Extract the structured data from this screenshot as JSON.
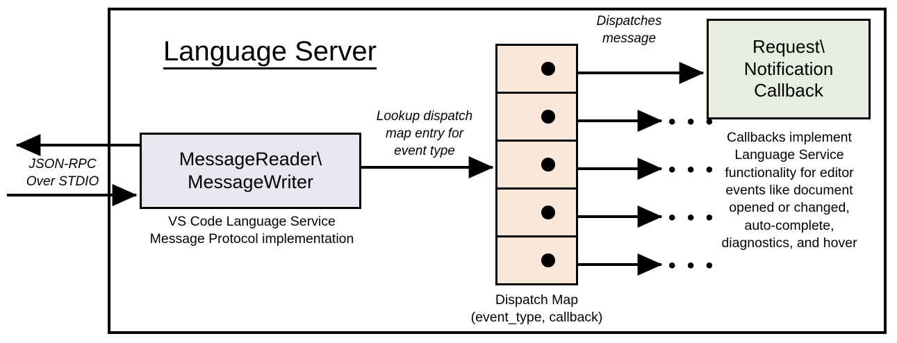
{
  "diagram": {
    "title": "Language Server",
    "frame_label": "language-server-boundary",
    "colors": {
      "reader_writer_fill": "#E9E6EF",
      "dispatch_map_fill": "#FBE7DA",
      "callback_fill": "#E7EDDF",
      "stroke": "#000000",
      "background": "#FFFFFF"
    }
  },
  "nodes": {
    "reader_writer": {
      "line1": "MessageReader\\",
      "line2": "MessageWriter",
      "caption_line1": "VS Code Language Service",
      "caption_line2": "Message Protocol implementation"
    },
    "dispatch_map": {
      "caption_line1": "Dispatch Map",
      "caption_line2": "(event_type, callback)",
      "row_count": 5,
      "rows": [
        {
          "dot": "callback-pointer"
        },
        {
          "dot": "callback-pointer"
        },
        {
          "dot": "callback-pointer"
        },
        {
          "dot": "callback-pointer"
        },
        {
          "dot": "callback-pointer"
        }
      ]
    },
    "callback": {
      "line1": "Request\\",
      "line2": "Notification",
      "line3": "Callback",
      "caption_line1": "Callbacks implement",
      "caption_line2": "Language Service",
      "caption_line3": "functionality for editor",
      "caption_line4": "events like document",
      "caption_line5": "opened or changed,",
      "caption_line6": "auto-complete,",
      "caption_line7": "diagnostics, and hover"
    }
  },
  "edges": {
    "jsonrpc": {
      "line1": "JSON-RPC",
      "line2": "Over STDIO"
    },
    "lookup": {
      "line1": "Lookup dispatch",
      "line2": "map entry for",
      "line3": "event type"
    },
    "dispatches": {
      "line1": "Dispatches",
      "line2": "message"
    },
    "continuation": "• • •"
  }
}
